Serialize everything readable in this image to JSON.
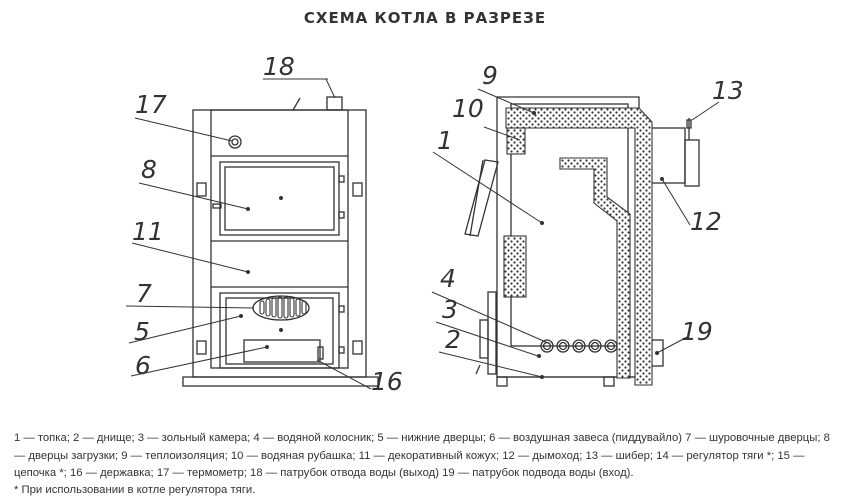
{
  "title": "СХЕМА КОТЛА В РАЗРЕЗЕ",
  "labels": [
    "18",
    "17",
    "8",
    "11",
    "7",
    "5",
    "6",
    "16",
    "9",
    "10",
    "1",
    "4",
    "3",
    "2",
    "13",
    "12",
    "19"
  ],
  "legend": "1 — топка; 2 — днище; 3 — зольный камера; 4 — водяной колосник; 5 — нижние дверцы; 6 — воздушная завеса (пиддувайло) 7 — шуровочные дверцы; 8 — дверцы загрузки; 9 — теплоизоляция; 10 — водяная рубашка; 11 — декоративный кожух; 12 — дымоход; 13 — шибер; 14 — регулятор тяги *; 15 — цепочка *; 16 — державка; 17 — термометр; 18 — патрубок отвода воды (выход) 19 — патрубок подвода воды (вход).",
  "note": "* При использовании в котле регулятора тяги."
}
